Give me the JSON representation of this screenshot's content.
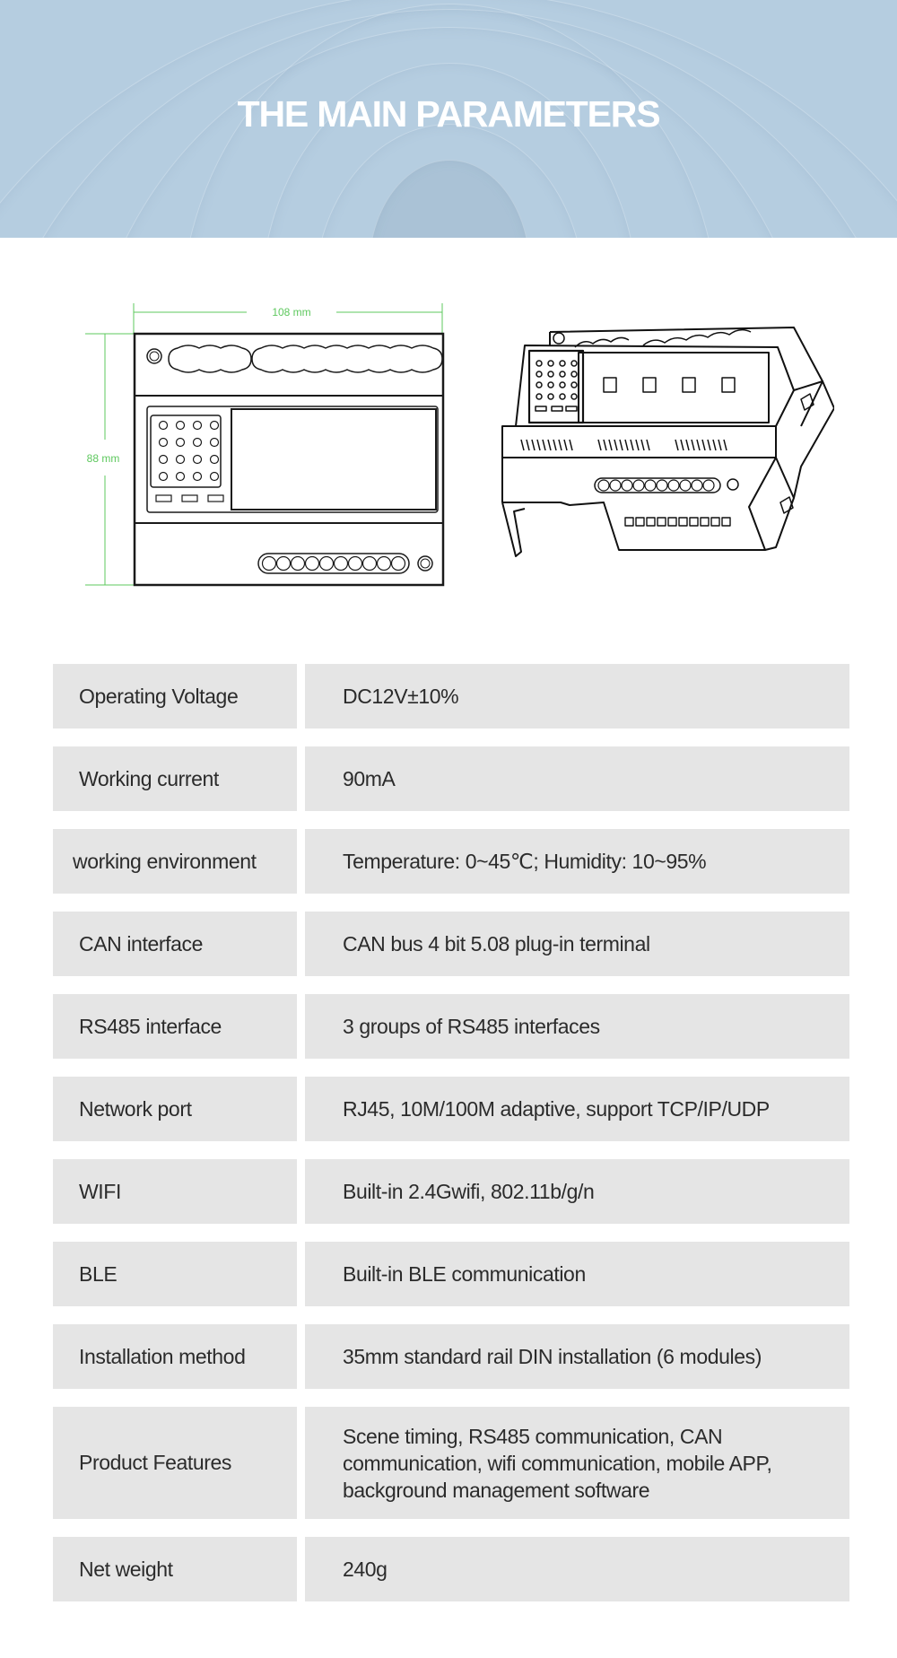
{
  "header": {
    "title": "THE MAIN PARAMETERS",
    "background_color": "#b5cde0"
  },
  "diagram": {
    "width_label": "108 mm",
    "height_label": "88 mm",
    "dimension_color": "#5ec85e"
  },
  "specs": [
    {
      "label": "Operating Voltage",
      "value": "DC12V±10%"
    },
    {
      "label": "Working current",
      "value": "90mA"
    },
    {
      "label": "working environment",
      "value": "Temperature: 0~45℃; Humidity: 10~95%"
    },
    {
      "label": "CAN interface",
      "value": "CAN bus 4 bit 5.08 plug-in terminal"
    },
    {
      "label": "RS485 interface",
      "value": "3 groups of RS485 interfaces"
    },
    {
      "label": "Network port",
      "value": "RJ45, 10M/100M adaptive, support TCP/IP/UDP"
    },
    {
      "label": "WIFI",
      "value": "Built-in 2.4Gwifi, 802.11b/g/n"
    },
    {
      "label": "BLE",
      "value": "Built-in BLE communication"
    },
    {
      "label": "Installation method",
      "value": "35mm standard rail DIN installation (6 modules)"
    },
    {
      "label": "Product Features",
      "value": "Scene timing, RS485 communication, CAN communication, wifi communication, mobile APP, background management software"
    },
    {
      "label": "Net weight",
      "value": "240g"
    }
  ]
}
